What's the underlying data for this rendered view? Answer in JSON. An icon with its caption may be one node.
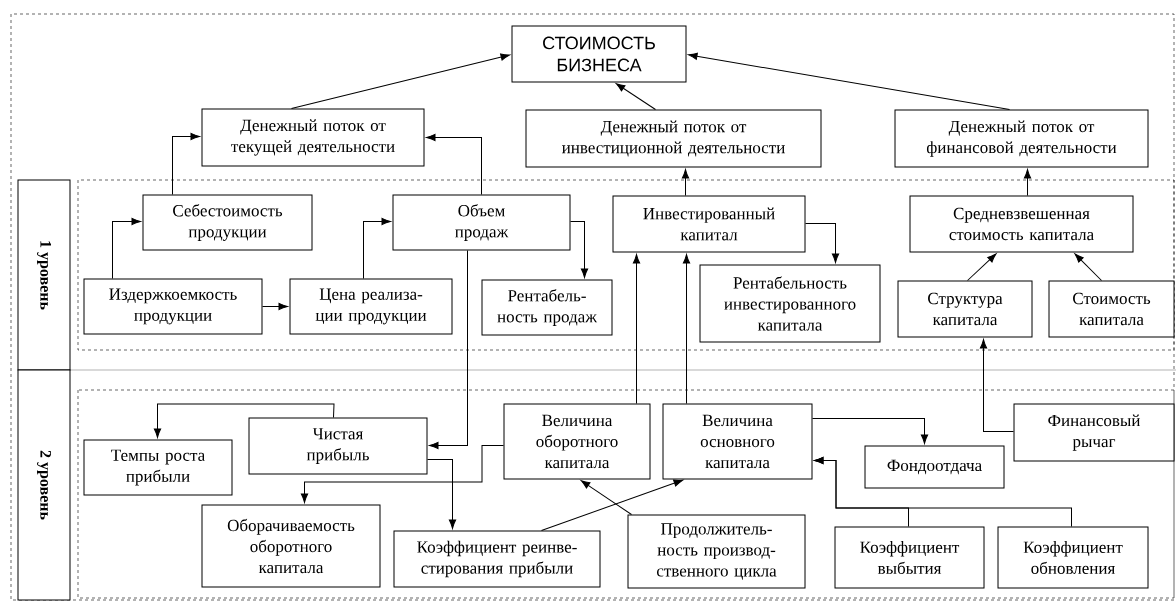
{
  "diagram": {
    "nodes": [
      {
        "text": [
          "СТОИМОСТЬ БИЗНЕСА"
        ]
      },
      {
        "text": [
          "Денежный поток от текущей деятельности"
        ]
      },
      {
        "text": [
          "Денежный поток от инвестиционной деятельности"
        ]
      },
      {
        "text": [
          "Денежный поток от финансовой деятельности"
        ]
      },
      {
        "text": [
          "1 уровень"
        ]
      },
      {
        "text": [
          "Себестоимость продукции"
        ]
      },
      {
        "text": [
          "Объем продаж"
        ]
      },
      {
        "text": [
          "Инвестированный капитал"
        ]
      },
      {
        "text": [
          "Средневзвешенная стоимость капитала"
        ]
      },
      {
        "text": [
          "Издержкоемкость продукции"
        ]
      },
      {
        "text": [
          "Цена реализа- ции продукции"
        ]
      },
      {
        "text": [
          "Рентабель- ность продаж"
        ]
      },
      {
        "text": [
          "Рентабельность инвестированного капитала"
        ]
      },
      {
        "text": [
          "Структура капитала"
        ]
      },
      {
        "text": [
          "Стоимость капитала"
        ]
      },
      {
        "text": [
          "2 уровень"
        ]
      },
      {
        "text": [
          "Темпы роста прибыли"
        ]
      },
      {
        "text": [
          "Чистая прибыль"
        ]
      },
      {
        "text": [
          "Величина оборотного капитала"
        ]
      },
      {
        "text": [
          "Величина основного капитала"
        ]
      },
      {
        "text": [
          "Фондоотдача"
        ]
      },
      {
        "text": [
          "Финансовый рычаг"
        ]
      },
      {
        "text": [
          "Оборачиваемость оборотного капитала"
        ]
      },
      {
        "text": [
          "Коэффициент реинве- стирования прибыли"
        ]
      },
      {
        "text": [
          "Продолжитель- ность производ- ственного цикла"
        ]
      },
      {
        "text": [
          "Коэффициент выбытия"
        ]
      },
      {
        "text": [
          "Коэффициент обновления"
        ]
      }
    ],
    "edges": [
      {
        "from": 1,
        "to": 0,
        "arrow": "to"
      },
      {
        "from": 2,
        "to": 0,
        "arrow": "to"
      },
      {
        "from": 3,
        "to": 0,
        "arrow": "to"
      },
      {
        "from": 5,
        "to": 1,
        "arrow": "to"
      },
      {
        "from": 6,
        "to": 1,
        "arrow": "to"
      },
      {
        "from": 7,
        "to": 2,
        "arrow": "to"
      },
      {
        "from": 8,
        "to": 3,
        "arrow": "to"
      },
      {
        "from": 9,
        "to": 5,
        "arrow": "to"
      },
      {
        "from": 9,
        "to": 10,
        "arrow": "to"
      },
      {
        "from": 10,
        "to": 6,
        "arrow": "to"
      },
      {
        "from": 6,
        "to": 11,
        "arrow": "to"
      },
      {
        "from": 7,
        "to": 12,
        "arrow": "to"
      },
      {
        "from": 13,
        "to": 8,
        "arrow": "to"
      },
      {
        "from": 14,
        "to": 8,
        "arrow": "to"
      },
      {
        "from": 18,
        "to": 7,
        "arrow": "to"
      },
      {
        "from": 19,
        "to": 7,
        "arrow": "to"
      },
      {
        "from": 21,
        "to": 13,
        "arrow": "to"
      },
      {
        "from": 6,
        "to": 17,
        "arrow": "to"
      },
      {
        "from": 17,
        "to": 16,
        "arrow": "to"
      },
      {
        "from": 17,
        "to": 23,
        "arrow": "to"
      },
      {
        "from": 18,
        "to": 22,
        "arrow": "to"
      },
      {
        "from": 23,
        "to": 19,
        "arrow": "to"
      },
      {
        "from": 24,
        "to": 18,
        "arrow": "to"
      },
      {
        "from": 19,
        "to": 20,
        "arrow": "to"
      },
      {
        "from": 25,
        "to": 19,
        "arrow": "to"
      },
      {
        "from": 26,
        "to": 19,
        "arrow": "to"
      }
    ]
  }
}
